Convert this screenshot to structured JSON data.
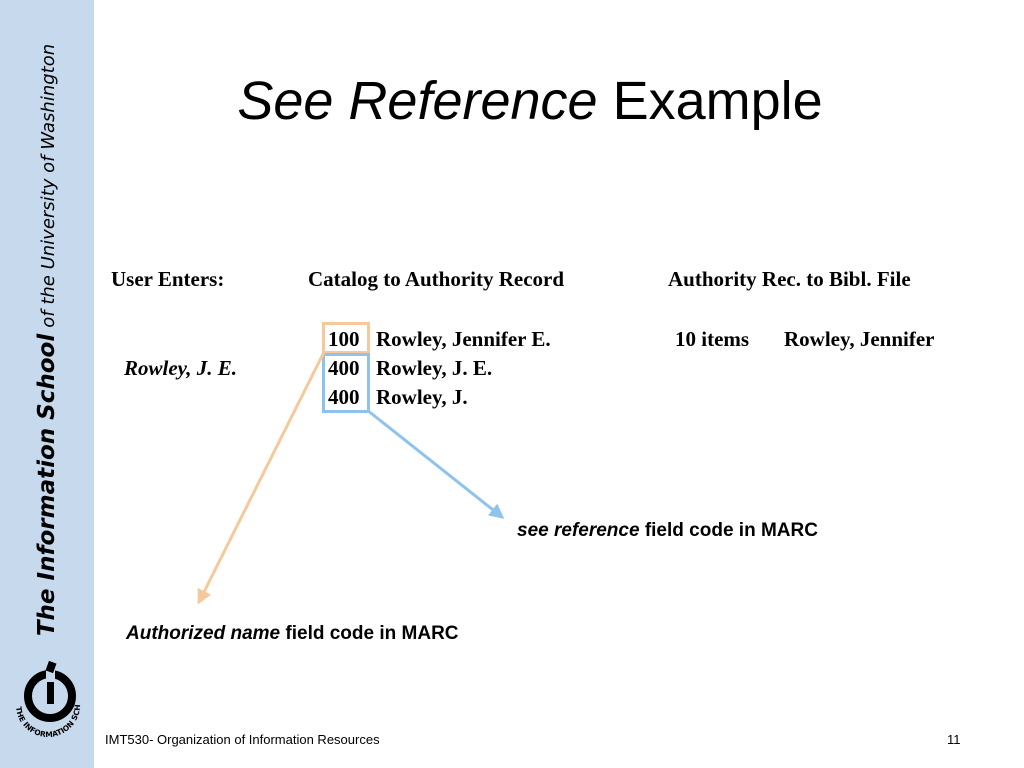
{
  "sidebar": {
    "line_bold": "The Information School",
    "line_rest": "of the University of Washington"
  },
  "logo": {
    "ring_text": "THE INFORMATION SCHOOL"
  },
  "title": {
    "italic": "See Reference",
    "plain": " Example"
  },
  "headers": {
    "user_enters": "User Enters:",
    "catalog_to_authority": "Catalog to Authority Record",
    "authority_to_bibl": "Authority Rec. to Bibl. File"
  },
  "rows": [
    {
      "code": "100",
      "name": "Rowley, Jennifer E."
    },
    {
      "code": "400",
      "name": "Rowley, J. E."
    },
    {
      "code": "400",
      "name": "Rowley, J."
    }
  ],
  "user_input": "Rowley, J. E.",
  "bibl": {
    "items": "10 items",
    "name": "Rowley, Jennifer"
  },
  "see_ref_caption": {
    "italic": "see reference",
    "plain": " field code in MARC"
  },
  "auth_caption": {
    "italic": "Authorized name",
    "plain": " field code in MARC"
  },
  "footer": {
    "course": "IMT530- Organization of Information Resources",
    "page": "11"
  },
  "colors": {
    "sidebar": "#c7d9ec",
    "authorized_box": "#f6c99a",
    "see_ref_box": "#8ec3ee"
  }
}
